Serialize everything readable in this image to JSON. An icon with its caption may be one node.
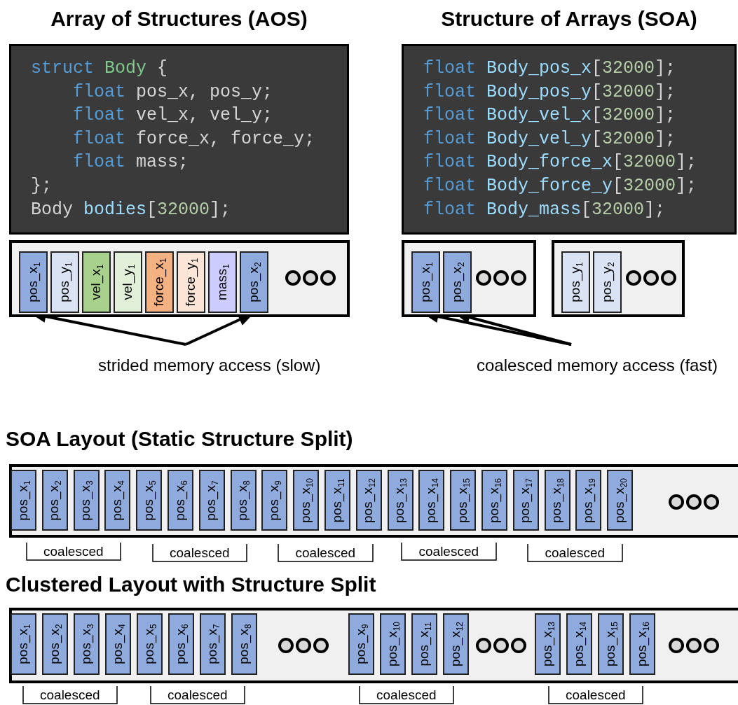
{
  "diagram": {
    "nodes": [
      {
        "text": [
          "Array of Structures (AOS)",
          "struct Body {",
          "    float pos_x, pos_y;",
          "    float vel_x, vel_y;",
          "    float force_x, force_y;",
          "    float mass;",
          "};",
          "Body bodies[32000];"
        ]
      },
      {
        "text": [
          "Structure of Arrays (SOA)",
          "float Body_pos_x[32000];",
          "float Body_pos_y[32000];",
          "float Body_vel_x[32000];",
          "float Body_vel_y[32000];",
          "float Body_force_x[32000];",
          "float Body_force_y[32000];",
          "float Body_mass[32000];"
        ]
      },
      {
        "text": [],
        "shape": "box"
      },
      {
        "text": [
          "pos_x$_{1}$"
        ],
        "in": 2
      },
      {
        "text": [
          "pos_y$_{1}$"
        ],
        "in": 2
      },
      {
        "text": [
          "vel_x$_{1}$"
        ],
        "in": 2
      },
      {
        "text": [
          "vel_y$_{1}$"
        ],
        "in": 2
      },
      {
        "text": [
          "force_x$_{1}$"
        ],
        "in": 2
      },
      {
        "text": [
          "force_y$_{1}$"
        ],
        "in": 2
      },
      {
        "text": [
          "mass$_{1}$"
        ],
        "in": 2
      },
      {
        "text": [
          "pos_x$_{2}$"
        ],
        "in": 2
      },
      {
        "text": [],
        "shape": "box"
      },
      {
        "text": [
          "pos_x$_{1}$"
        ],
        "in": 11
      },
      {
        "text": [
          "pos_x$_{2}$"
        ],
        "in": 11
      },
      {
        "text": [],
        "shape": "box"
      },
      {
        "text": [
          "pos_y$_{1}$"
        ],
        "in": 14
      },
      {
        "text": [
          "pos_y$_{2}$"
        ],
        "in": 14
      },
      {
        "text": [
          "strided memory access (slow)"
        ]
      },
      {
        "text": [
          "coalesced memory access (fast)"
        ]
      },
      {
        "text": [
          "SOA Layout (Static Structure Split)"
        ]
      },
      {
        "text": [
          "pos_x$_{1}$"
        ],
        "in": 19
      },
      {
        "text": [
          "pos_x$_{2}$"
        ],
        "in": 19
      },
      {
        "text": [
          "pos_x$_{3}$"
        ],
        "in": 19
      },
      {
        "text": [
          "pos_x$_{4}$"
        ],
        "in": 19
      },
      {
        "text": [
          "pos_x$_{5}$"
        ],
        "in": 19
      },
      {
        "text": [
          "pos_x$_{6}$"
        ],
        "in": 19
      },
      {
        "text": [
          "pos_x$_{7}$"
        ],
        "in": 19
      },
      {
        "text": [
          "pos_x$_{8}$"
        ],
        "in": 19
      },
      {
        "text": [
          "pos_x$_{9}$"
        ],
        "in": 19
      },
      {
        "text": [
          "pos_x$_{10}$"
        ],
        "in": 19
      },
      {
        "text": [
          "pos_x$_{11}$"
        ],
        "in": 19
      },
      {
        "text": [
          "pos_x$_{12}$"
        ],
        "in": 19
      },
      {
        "text": [
          "pos_x$_{13}$"
        ],
        "in": 19
      },
      {
        "text": [
          "pos_x$_{14}$"
        ],
        "in": 19
      },
      {
        "text": [
          "pos_x$_{15}$"
        ],
        "in": 19
      },
      {
        "text": [
          "pos_x$_{16}$"
        ],
        "in": 19
      },
      {
        "text": [
          "pos_x$_{17}$"
        ],
        "in": 19
      },
      {
        "text": [
          "pos_x$_{18}$"
        ],
        "in": 19
      },
      {
        "text": [
          "pos_x$_{19}$"
        ],
        "in": 19
      },
      {
        "text": [
          "pos_x$_{20}$"
        ],
        "in": 19
      },
      {
        "text": [
          "Clustered Layout with Structure Split"
        ]
      },
      {
        "text": [
          "pos_x$_{1}$"
        ],
        "in": 40
      },
      {
        "text": [
          "pos_x$_{2}$"
        ],
        "in": 40
      },
      {
        "text": [
          "pos_x$_{3}$"
        ],
        "in": 40
      },
      {
        "text": [
          "pos_x$_{4}$"
        ],
        "in": 40
      },
      {
        "text": [
          "pos_x$_{5}$"
        ],
        "in": 40
      },
      {
        "text": [
          "pos_x$_{6}$"
        ],
        "in": 40
      },
      {
        "text": [
          "pos_x$_{7}$"
        ],
        "in": 40
      },
      {
        "text": [
          "pos_x$_{8}$"
        ],
        "in": 40
      },
      {
        "text": [
          "pos_x$_{9}$"
        ],
        "in": 40
      },
      {
        "text": [
          "pos_x$_{10}$"
        ],
        "in": 40
      },
      {
        "text": [
          "pos_x$_{11}$"
        ],
        "in": 40
      },
      {
        "text": [
          "pos_x$_{12}$"
        ],
        "in": 40
      },
      {
        "text": [
          "pos_x$_{13}$"
        ],
        "in": 40
      },
      {
        "text": [
          "pos_x$_{14}$"
        ],
        "in": 40
      },
      {
        "text": [
          "pos_x$_{15}$"
        ],
        "in": 40
      },
      {
        "text": [
          "pos_x$_{16}$"
        ],
        "in": 40
      }
    ],
    "edges": [
      {
        "from": 17,
        "to": 3,
        "arrow": "to"
      },
      {
        "from": 17,
        "to": 10,
        "arrow": "to"
      },
      {
        "from": 18,
        "to": 12,
        "arrow": "to"
      },
      {
        "from": 18,
        "to": 13,
        "arrow": "to"
      }
    ],
    "labels": [
      "coalesced",
      "coalesced",
      "coalesced",
      "coalesced",
      "coalesced",
      "coalesced",
      "coalesced",
      "coalesced",
      "coalesced"
    ]
  }
}
